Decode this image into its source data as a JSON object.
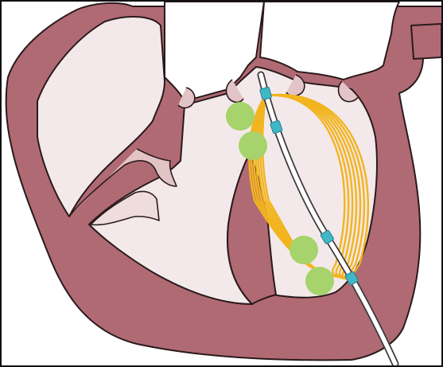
{
  "diagram": {
    "colors": {
      "outline": "#2a1a1c",
      "myocardium": "#b06a73",
      "chamber": "#f4e9ea",
      "vessel": "#ffffff",
      "valve": "#efdcdc",
      "leaflet_shadow": "#e2c4c6",
      "catheter": "#ffffff",
      "catheter_outline": "#3a3a3a",
      "electrode_band": "#3fb7c7",
      "ablation_lesion": "#a6d36b",
      "energy_arc": "#f2b41f"
    },
    "icons": {
      "catheter": "catheter-icon",
      "electrode": "electrode-icon",
      "lesion": "lesion-icon"
    },
    "counts": {
      "catheter_electrodes": 4,
      "lesions": 4,
      "energy_arcs": 7
    }
  }
}
